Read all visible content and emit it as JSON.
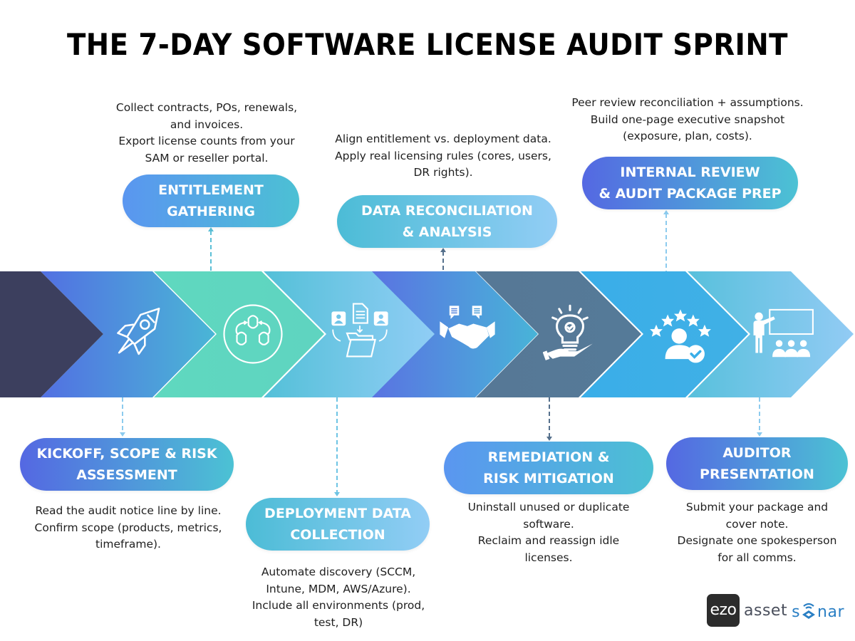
{
  "title": "THE 7-DAY SOFTWARE LICENSE AUDIT SPRINT",
  "colors": {
    "dark_navy": "#3c3f5e",
    "blue_start": "#5273e0",
    "teal": "#5fd6bf",
    "sky": "#7fc8ef",
    "slate": "#567896",
    "bright_blue": "#3aaee8",
    "connector_light": "#8ccbee",
    "connector_dark": "#55708c"
  },
  "steps": [
    {
      "id": "kickoff",
      "position": "below",
      "icon": "rocket-icon",
      "title_lines": [
        "KICKOFF, SCOPE & RISK",
        "ASSESSMENT"
      ],
      "description": "Read the audit notice line by line.\nConfirm scope (products, metrics,\ntimeframe)."
    },
    {
      "id": "entitlement",
      "position": "above",
      "icon": "team-collaboration-icon",
      "title_lines": [
        "ENTITLEMENT",
        "GATHERING"
      ],
      "description": "Collect contracts, POs, renewals,\nand invoices.\nExport license counts from your\nSAM or reseller portal."
    },
    {
      "id": "deployment",
      "position": "below",
      "icon": "files-to-folder-icon",
      "title_lines": [
        "DEPLOYMENT DATA",
        "COLLECTION"
      ],
      "description": "Automate discovery (SCCM,\nIntune, MDM, AWS/Azure).\nInclude all environments (prod,\ntest, DR)"
    },
    {
      "id": "reconciliation",
      "position": "above",
      "icon": "handshake-icon",
      "title_lines": [
        "DATA RECONCILIATION",
        "& ANALYSIS"
      ],
      "description": "Align entitlement vs. deployment data.\nApply real licensing rules (cores, users,\nDR rights)."
    },
    {
      "id": "remediation",
      "position": "below",
      "icon": "lightbulb-hand-icon",
      "title_lines": [
        "REMEDIATION &",
        "RISK MITIGATION"
      ],
      "description": "Uninstall unused or duplicate\nsoftware.\nReclaim and reassign idle\nlicenses."
    },
    {
      "id": "internal_review",
      "position": "above",
      "icon": "rating-user-check-icon",
      "title_lines": [
        "INTERNAL REVIEW",
        "& AUDIT PACKAGE PREP"
      ],
      "description": "Peer review reconciliation + assumptions.\nBuild one-page executive snapshot\n(exposure, plan, costs)."
    },
    {
      "id": "presentation",
      "position": "below",
      "icon": "presenter-audience-icon",
      "title_lines": [
        "AUDITOR",
        "PRESENTATION"
      ],
      "description": "Submit your package and\ncover note.\nDesignate one spokesperson\nfor all comms."
    }
  ],
  "logo": {
    "box_text": "ezo",
    "word_1": "asset",
    "word_2_prefix": "s",
    "word_2_suffix": "nar"
  }
}
